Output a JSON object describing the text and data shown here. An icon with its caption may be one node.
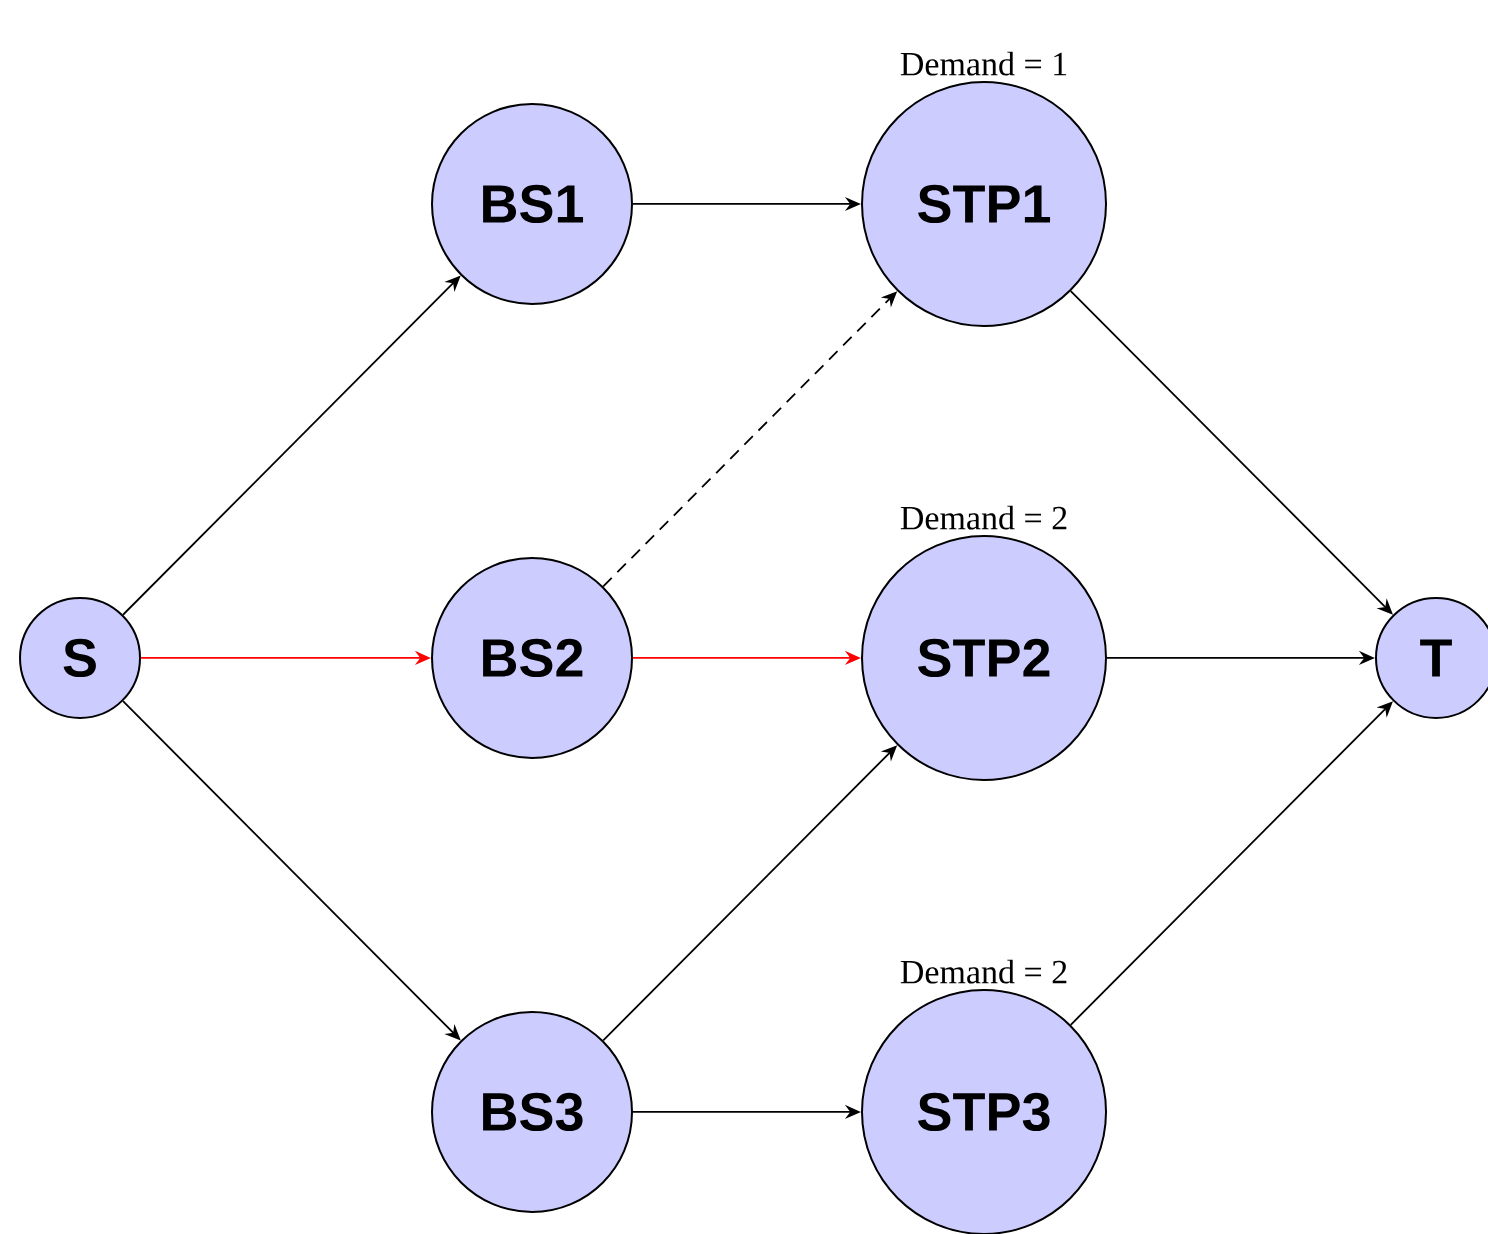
{
  "diagram": {
    "nodes": [
      {
        "text": [
          "S"
        ]
      },
      {
        "text": [
          "BS1"
        ]
      },
      {
        "text": [
          "BS2"
        ]
      },
      {
        "text": [
          "BS3"
        ]
      },
      {
        "text": [
          "STP1"
        ],
        "beside": [
          "Demand = 1"
        ]
      },
      {
        "text": [
          "STP2"
        ],
        "beside": [
          "Demand = 2"
        ]
      },
      {
        "text": [
          "STP3"
        ],
        "beside": [
          "Demand = 2"
        ]
      },
      {
        "text": [
          "T"
        ]
      }
    ],
    "edges": [
      {
        "from": 0,
        "to": 1,
        "arrow": "to"
      },
      {
        "from": 0,
        "to": 2,
        "arrow": "to",
        "color": "#ff0000"
      },
      {
        "from": 0,
        "to": 3,
        "arrow": "to"
      },
      {
        "from": 1,
        "to": 4,
        "arrow": "to"
      },
      {
        "from": 2,
        "to": 4,
        "arrow": "to",
        "style": "dashed"
      },
      {
        "from": 2,
        "to": 5,
        "arrow": "to",
        "color": "#ff0000"
      },
      {
        "from": 3,
        "to": 5,
        "arrow": "to"
      },
      {
        "from": 3,
        "to": 6,
        "arrow": "to"
      },
      {
        "from": 4,
        "to": 7,
        "arrow": "to"
      },
      {
        "from": 5,
        "to": 7,
        "arrow": "to"
      },
      {
        "from": 6,
        "to": 7,
        "arrow": "to"
      }
    ]
  }
}
